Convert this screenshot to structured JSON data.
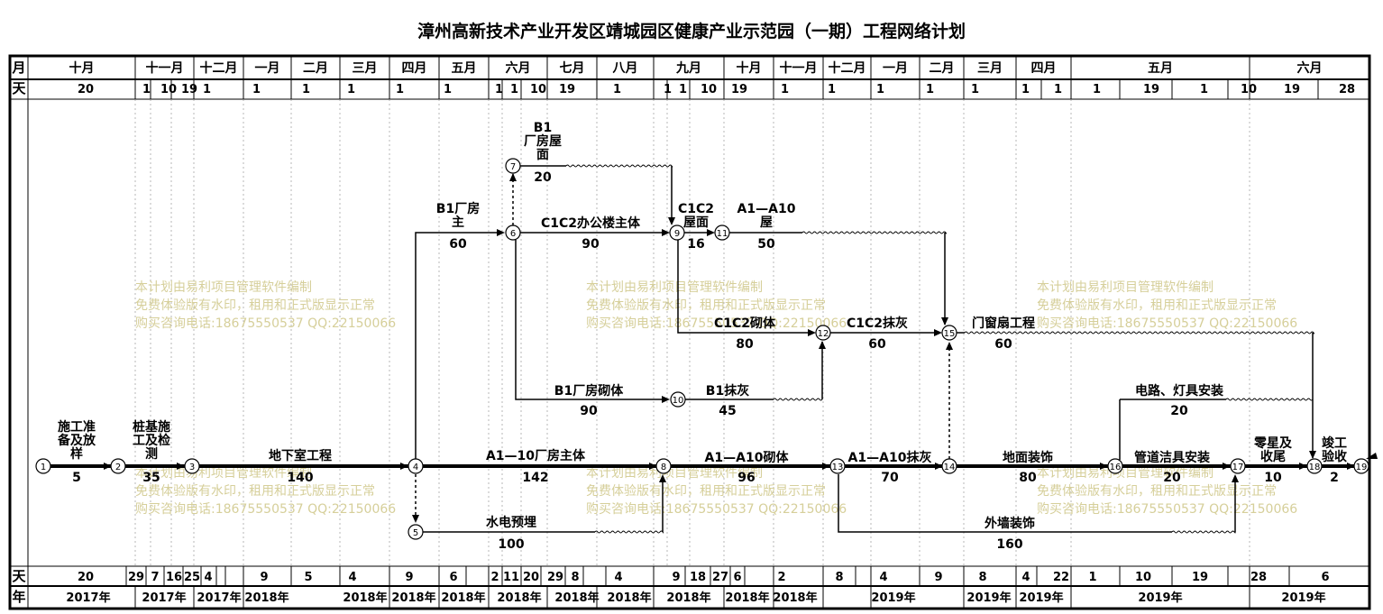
{
  "title": "漳州高新技术产业开发区靖城园区健康产业示范园（一期）工程网络计划",
  "header": {
    "month_label": "月",
    "day_label": "天",
    "months": [
      "十月",
      "十一月",
      "十二月",
      "一月",
      "二月",
      "三月",
      "四月",
      "五月",
      "六月",
      "七月",
      "八月",
      "九月",
      "十月",
      "十一月",
      "十二月",
      "一月",
      "二月",
      "三月",
      "四月",
      "五月",
      "六月"
    ],
    "top_days": [
      "20",
      "1",
      "10",
      "19",
      "1",
      "1",
      "1",
      "1",
      "1",
      "1",
      "1",
      "1",
      "10",
      "19",
      "1",
      "1",
      "1",
      "10",
      "19",
      "1",
      "1",
      "1",
      "1",
      "1",
      "1",
      "1",
      "1",
      "19",
      "1",
      "10",
      "19",
      "28",
      "1",
      "10"
    ]
  },
  "footer": {
    "day_label": "天",
    "year_label": "年",
    "bottom_days": [
      "20",
      "29",
      "7",
      "16",
      "25",
      "4",
      "9",
      "5",
      "4",
      "9",
      "6",
      "2",
      "11",
      "20",
      "29",
      "8",
      "4",
      "9",
      "18",
      "27",
      "6",
      "2",
      "8",
      "4",
      "9",
      "8",
      "4",
      "22",
      "1",
      "10",
      "19",
      "28",
      "6"
    ],
    "years": [
      "2017年",
      "2017年",
      "2017年",
      "2018年",
      "2018年",
      "2018年",
      "2018年",
      "2018年",
      "2018年",
      "2018年",
      "2018年",
      "2018年",
      "2018年",
      "2019年",
      "2019年",
      "2019年",
      "2019年",
      "2019年"
    ]
  },
  "watermark": [
    "本计划由易利项目管理软件编制",
    "免费体验版有水印，租用和正式版显示正常",
    "购买咨询电话:18675550537 QQ:22150066"
  ],
  "nodes": [
    "1",
    "2",
    "3",
    "4",
    "5",
    "6",
    "7",
    "8",
    "9",
    "10",
    "11",
    "12",
    "13",
    "14",
    "15",
    "16",
    "17",
    "18",
    "19"
  ],
  "tasks": [
    {
      "label": "施工准备及放样",
      "duration": "5"
    },
    {
      "label": "桩基施工及检测",
      "duration": "35"
    },
    {
      "label": "地下室工程",
      "duration": "140"
    },
    {
      "label": "A1—10厂房主体",
      "duration": "142"
    },
    {
      "label": "水电预埋",
      "duration": "100"
    },
    {
      "label": "B1厂房主体",
      "duration": "60"
    },
    {
      "label": "B1厂房屋面",
      "duration": "20"
    },
    {
      "label": "C1C2办公楼主体",
      "duration": "90"
    },
    {
      "label": "C1C2屋面",
      "duration": "16"
    },
    {
      "label": "A1—A10屋面",
      "duration": "50"
    },
    {
      "label": "C1C2砌体",
      "duration": "80"
    },
    {
      "label": "C1C2抹灰",
      "duration": "60"
    },
    {
      "label": "门窗扇工程",
      "duration": "60"
    },
    {
      "label": "B1厂房砌体",
      "duration": "90"
    },
    {
      "label": "B1抹灰",
      "duration": "45"
    },
    {
      "label": "A1—A10砌体",
      "duration": "96"
    },
    {
      "label": "A1—A10抹灰",
      "duration": "70"
    },
    {
      "label": "地面装饰",
      "duration": "80"
    },
    {
      "label": "电路、灯具安装",
      "duration": "20"
    },
    {
      "label": "管道洁具安装",
      "duration": "20"
    },
    {
      "label": "外墙装饰",
      "duration": "160"
    },
    {
      "label": "零星及收尾",
      "duration": "10"
    },
    {
      "label": "竣工验收",
      "duration": "2"
    }
  ],
  "colors": {
    "line": "#000000",
    "watermark": "#d6cf9a"
  }
}
